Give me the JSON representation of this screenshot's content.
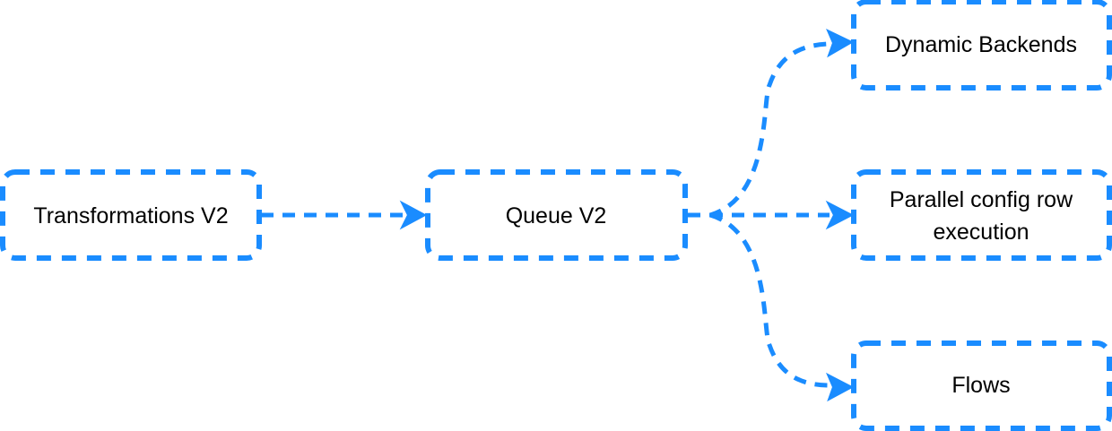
{
  "diagram": {
    "colors": {
      "accent": "#1a8cff",
      "text": "#000000",
      "background": "#ffffff"
    },
    "nodes": {
      "transformations": {
        "label": "Transformations V2"
      },
      "queue": {
        "label": "Queue V2"
      },
      "dynamic_backends": {
        "label": "Dynamic Backends"
      },
      "parallel": {
        "label_line1": "Parallel config row",
        "label_line2": "execution"
      },
      "flows": {
        "label": "Flows"
      }
    }
  }
}
